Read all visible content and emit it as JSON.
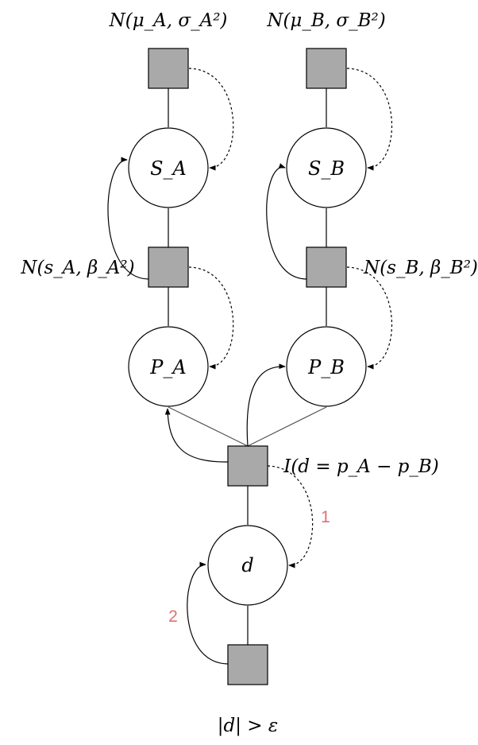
{
  "factors": {
    "prior_a": "N(μ_A, σ_A²)",
    "prior_b": "N(μ_B, σ_B²)",
    "perf_a": "N(s_A, β_A²)",
    "perf_b": "N(s_B, β_B²)",
    "diff": "I(d = p_A − p_B)",
    "obs": "|d| > ε"
  },
  "variables": {
    "skill_a": "S_A",
    "skill_b": "S_B",
    "perf_a": "P_A",
    "perf_b": "P_B",
    "d": "d"
  },
  "step_labels": {
    "step1": "1",
    "step2": "2",
    "color": "#e07070"
  }
}
